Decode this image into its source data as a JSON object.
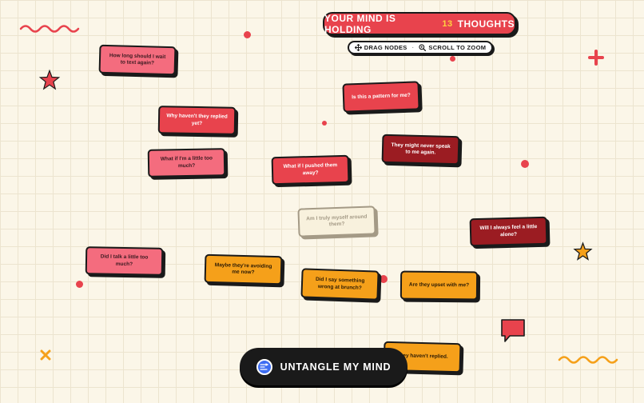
{
  "header": {
    "title_prefix": "YOUR MIND IS HOLDING",
    "count": "13",
    "title_suffix": "THOUGHTS",
    "hint_drag": "DRAG NODES",
    "hint_sep": "·",
    "hint_zoom": "SCROLL TO ZOOM"
  },
  "nodes": [
    {
      "text": "How long should I wait to text again?",
      "style": "pink"
    },
    {
      "text": "Is this a pattern for me?",
      "style": "red"
    },
    {
      "text": "Why haven't they replied yet?",
      "style": "red"
    },
    {
      "text": "What if I'm a little too much?",
      "style": "pink"
    },
    {
      "text": "What if I pushed them away?",
      "style": "red"
    },
    {
      "text": "They might never speak to me again.",
      "style": "dark"
    },
    {
      "text": "Am I truly myself around them?",
      "style": "cream"
    },
    {
      "text": "Will I always feel a little alone?",
      "style": "dark"
    },
    {
      "text": "Did I talk a little too much?",
      "style": "pink"
    },
    {
      "text": "Maybe they're avoiding me now?",
      "style": "orange"
    },
    {
      "text": "Did I say something wrong at brunch?",
      "style": "orange"
    },
    {
      "text": "Are they upset with me?",
      "style": "orange"
    },
    {
      "text": "They haven't replied.",
      "style": "orange"
    }
  ],
  "action": {
    "label": "UNTANGLE MY MIND",
    "icon": "untangle-icon"
  },
  "colors": {
    "background": "#fbf6e8",
    "accent_red": "#e8434d",
    "accent_pink": "#f46c7e",
    "accent_dark": "#9b1c22",
    "accent_orange": "#f5a01a",
    "button_blue": "#3d6df2"
  }
}
